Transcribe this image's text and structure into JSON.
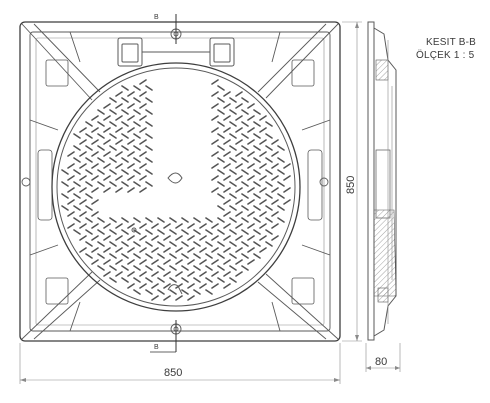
{
  "section_marker": {
    "top": "B",
    "bottom": "B"
  },
  "dimensions": {
    "width": "850",
    "height": "850",
    "depth": "80"
  },
  "section_title": {
    "line1": "KESIT B-B",
    "line2": "ÖLÇEK 1 : 5"
  },
  "colors": {
    "line": "#4a4a4a",
    "hatch": "#7a7a7a",
    "background": "#ffffff"
  }
}
